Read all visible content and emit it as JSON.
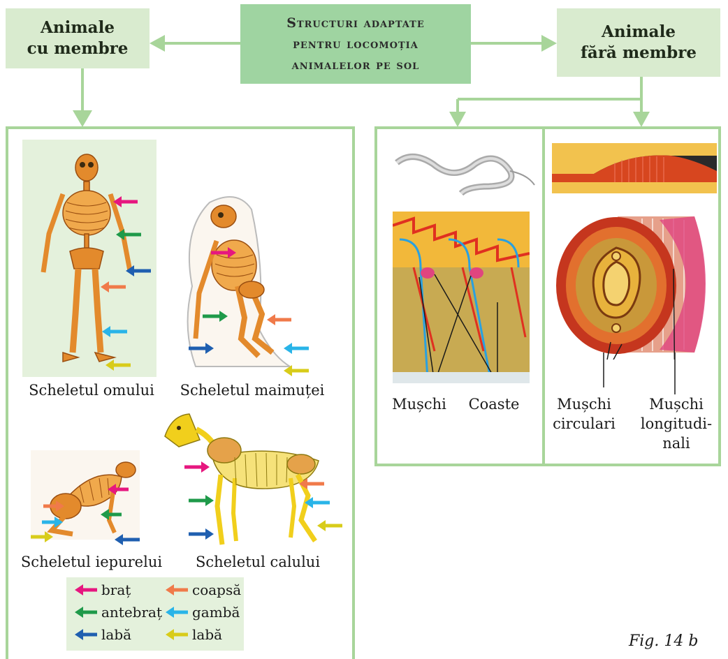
{
  "header": {
    "center_lines": [
      "Structuri adaptate",
      "pentru locomoția",
      "animalelor pe sol"
    ],
    "left_lines": [
      "Animale",
      "cu membre"
    ],
    "right_lines": [
      "Animale",
      "fără membre"
    ]
  },
  "left_panel": {
    "labels": {
      "human": "Scheletul omului",
      "monkey": "Scheletul maimuței",
      "rabbit": "Scheletul iepurelui",
      "horse": "Scheletul calului"
    },
    "legend": [
      {
        "label": "braț",
        "color": "#e6177f"
      },
      {
        "label": "coapsă",
        "color": "#f07a4a"
      },
      {
        "label": "antebraț",
        "color": "#1f9a4a"
      },
      {
        "label": "gambă",
        "color": "#29b4e8"
      },
      {
        "label": "labă",
        "color": "#1f5fb0"
      },
      {
        "label": "labă",
        "color": "#d8cc1a"
      }
    ]
  },
  "snake_panel": {
    "labels": {
      "muscles": "Mușchi",
      "ribs": "Coaste"
    }
  },
  "worm_panel": {
    "labels": {
      "circular_l1": "Mușchi",
      "circular_l2": "circulari",
      "longitudinal_l1": "Mușchi",
      "longitudinal_l2": "longitudi-",
      "longitudinal_l3": "nali"
    }
  },
  "caption": "Fig. 14 b",
  "colors": {
    "frame": "#a8d59a",
    "header_bg": "#d9ebcf",
    "center_bg": "#9fd4a1",
    "bone": "#e38a2c"
  }
}
